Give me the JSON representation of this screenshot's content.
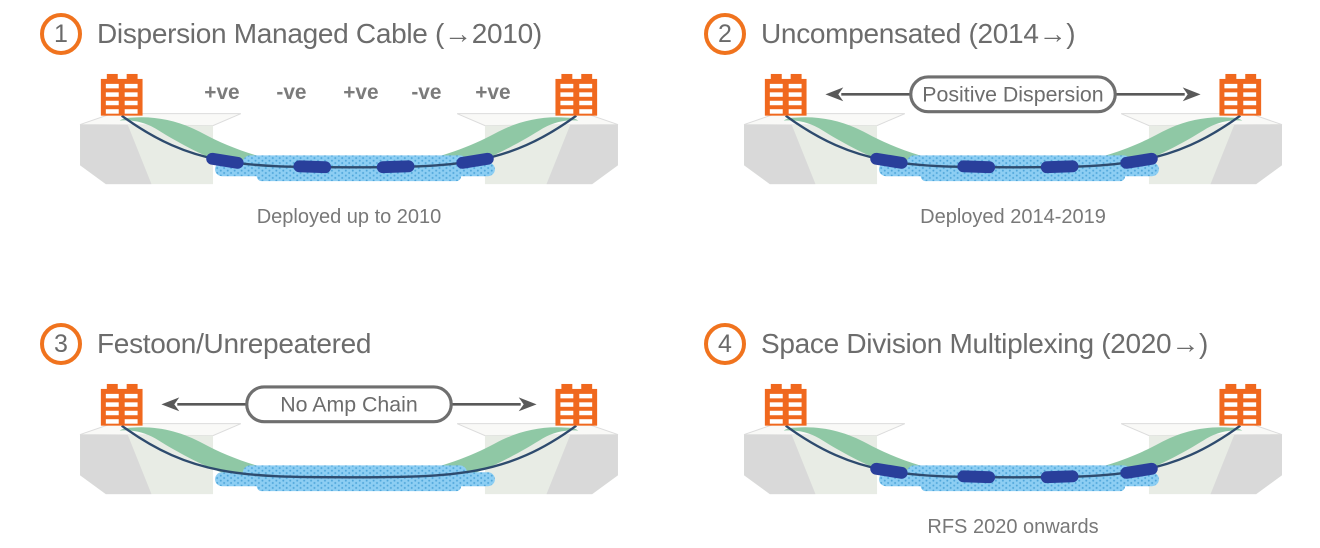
{
  "colors": {
    "accent_orange": "#F0681E",
    "ring_orange": "#F0731E",
    "title_gray": "#6C6C6C",
    "caption_gray": "#787878",
    "label_gray": "#7B7B7B",
    "slope_green": "#8FC8A5",
    "land_top": "#F9F9F7",
    "land_front": "#E8ECE5",
    "land_side": "#D9D9D9",
    "land_stroke": "#DCDCDC",
    "sea_light_blue": "#8DCEF3",
    "sea_dot_blue": "#4FA6DA",
    "amplifier_blue": "#293F9B",
    "cable_navy": "#2E4B6E",
    "pill_border": "#6F6F6F",
    "pill_fill": "#FFFFFF",
    "arrow_gray": "#595959"
  },
  "icons": {
    "landing_station": "building-icon",
    "arrow_left": "arrow-left-icon",
    "arrow_right": "arrow-right-icon",
    "step_badge": "circled-number-badge"
  },
  "panels": [
    {
      "number": "1",
      "title": "Dispersion Managed Cable (→2010)",
      "caption": "Deployed up to 2010",
      "overlay": {
        "type": "labels",
        "labels": [
          "+ve",
          "-ve",
          "+ve",
          "-ve",
          "+ve"
        ]
      },
      "amplifier_count": 4
    },
    {
      "number": "2",
      "title": "Uncompensated (2014→)",
      "caption": "Deployed 2014-2019",
      "overlay": {
        "type": "pill",
        "label": "Positive Dispersion"
      },
      "amplifier_count": 4
    },
    {
      "number": "3",
      "title": "Festoon/Unrepeatered",
      "caption": "",
      "overlay": {
        "type": "pill",
        "label": "No Amp Chain"
      },
      "amplifier_count": 0
    },
    {
      "number": "4",
      "title": "Space Division Multiplexing (2020→)",
      "caption": "RFS 2020 onwards",
      "overlay": {
        "type": "none"
      },
      "amplifier_count": 4
    }
  ]
}
